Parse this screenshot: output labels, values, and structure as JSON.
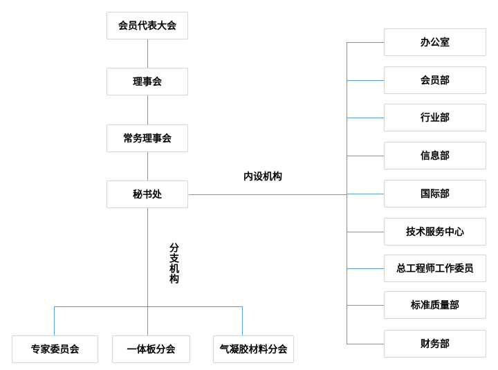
{
  "diagram": {
    "type": "org-chart",
    "governance_chain": [
      {
        "label": "会员代表大会"
      },
      {
        "label": "理事会"
      },
      {
        "label": "常务理事会"
      },
      {
        "label": "秘书处"
      }
    ],
    "internal_group_label": "内设机构",
    "branch_group_label": "分支机构",
    "internal_departments": [
      {
        "label": "办公室"
      },
      {
        "label": "会员部"
      },
      {
        "label": "行业部"
      },
      {
        "label": "信息部"
      },
      {
        "label": "国际部"
      },
      {
        "label": "技术服务中心"
      },
      {
        "label": "总工程师工作委员"
      },
      {
        "label": "标准质量部"
      },
      {
        "label": "财务部"
      }
    ],
    "branches": [
      {
        "label": "专家委员会"
      },
      {
        "label": "一体板分会"
      },
      {
        "label": "气凝胶材料分会"
      }
    ]
  },
  "colors": {
    "connector_line": "#5B9BD5",
    "node_border": "#D6D6D6",
    "node_fill": "#FFFFFF",
    "text": "#000000",
    "background": "#FFFFFF"
  }
}
